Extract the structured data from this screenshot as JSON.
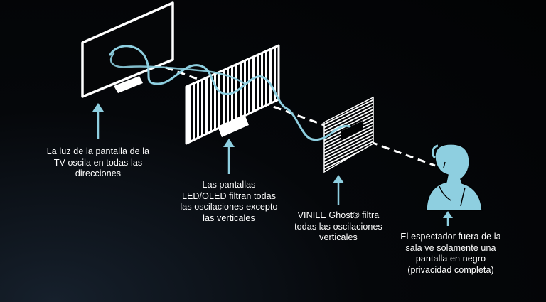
{
  "colors": {
    "background": "#030406",
    "line": "#ffffff",
    "accent": "#8ecfe0"
  },
  "captions": {
    "tv_light": "La luz de la pantalla de la\nTV oscila en todas las\ndirecciones",
    "led_filter": "Las pantallas\nLED/OLED filtran todas\nlas oscilaciones excepto\nlas verticales",
    "vinile_filter": "VINILE Ghost® filtra\ntodas las oscilaciones\nverticales",
    "viewer": "El espectador fuera de la\nsala ve solamente una\npantalla en negro\n(privacidad completa)"
  },
  "icons": {
    "tv": "tv-screen-icon",
    "polarized_screen": "polarized-screen-icon",
    "film": "privacy-film-icon",
    "viewer": "person-viewer-icon",
    "arrow": "arrow-up-icon"
  }
}
